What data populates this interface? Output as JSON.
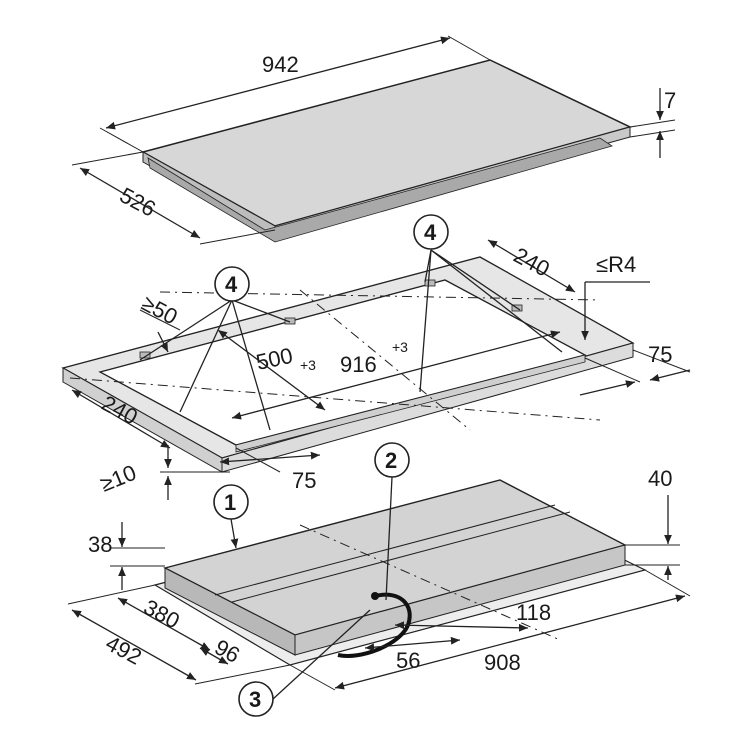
{
  "labels": {
    "top_length": "942",
    "top_thickness": "7",
    "top_depth": "526",
    "cutout_side_right": "240",
    "corner_radius": "≤R4",
    "min_front_distance": "≥50",
    "cutout_depth": "500",
    "cutout_depth_tol": "+3",
    "cutout_width": "916",
    "cutout_width_tol": "+3",
    "side_distance_right": "75",
    "cutout_side_left": "240",
    "min_below": "≥10",
    "front_distance": "75",
    "unit_height_right": "40",
    "unit_height_left": "38",
    "unit_inner_depth": "380",
    "unit_depth": "492",
    "offset_96": "96",
    "offset_56": "56",
    "offset_118": "118",
    "unit_length": "908"
  },
  "callouts": {
    "c1": "1",
    "c2": "2",
    "c3": "3",
    "c4a": "4",
    "c4b": "4"
  }
}
